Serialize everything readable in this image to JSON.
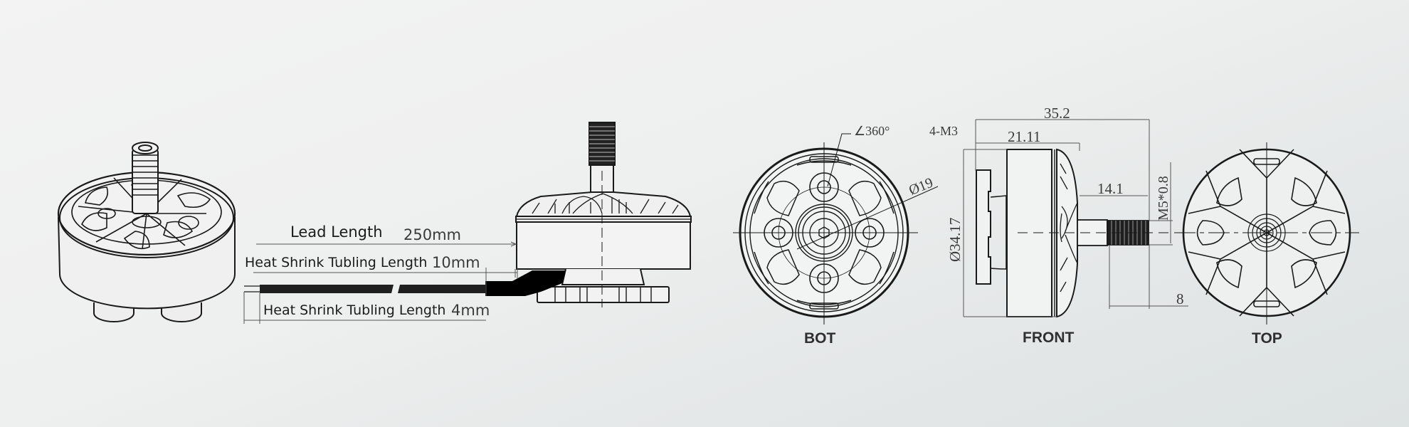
{
  "drawing": {
    "background": {
      "top_left": "#f3f3f3",
      "bottom_right": "#dde2e2"
    },
    "line_color": "#1a1a1a",
    "lead_annotations": {
      "lead_length": {
        "label": "Lead Length",
        "value": "250mm"
      },
      "heat_shrink_10": {
        "label": "Heat Shrink Tubling Length",
        "value": "10mm"
      },
      "heat_shrink_4": {
        "label": "Heat Shrink Tubling Length",
        "value": "4mm"
      }
    },
    "bot_view": {
      "label": "BOT",
      "angle_note": "∠360°",
      "diameter": "Ø19"
    },
    "front_view": {
      "label": "FRONT",
      "mount_note": "4-M3",
      "overall_length": "35.2",
      "body_length": "21.11",
      "shaft_length": "14.1",
      "thread": "M5*0.8",
      "diameter": "Ø34.17",
      "thread_length": "8"
    },
    "top_view": {
      "label": "TOP"
    }
  }
}
